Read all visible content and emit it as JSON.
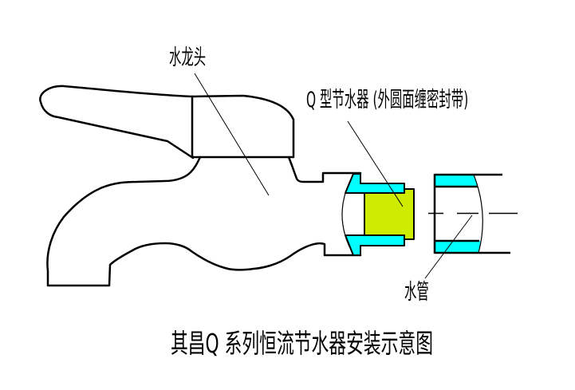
{
  "diagram": {
    "title": "其昌Q 系列恒流节水器安装示意图",
    "labels": {
      "faucet": "水龙头",
      "device": "Q 型节水器 (外圆面缠密封带)",
      "pipe": "水管"
    },
    "colors": {
      "background": "#ffffff",
      "line": "#000000",
      "seal_cyan": "#00ffff",
      "device_green": "#cdec00"
    }
  }
}
